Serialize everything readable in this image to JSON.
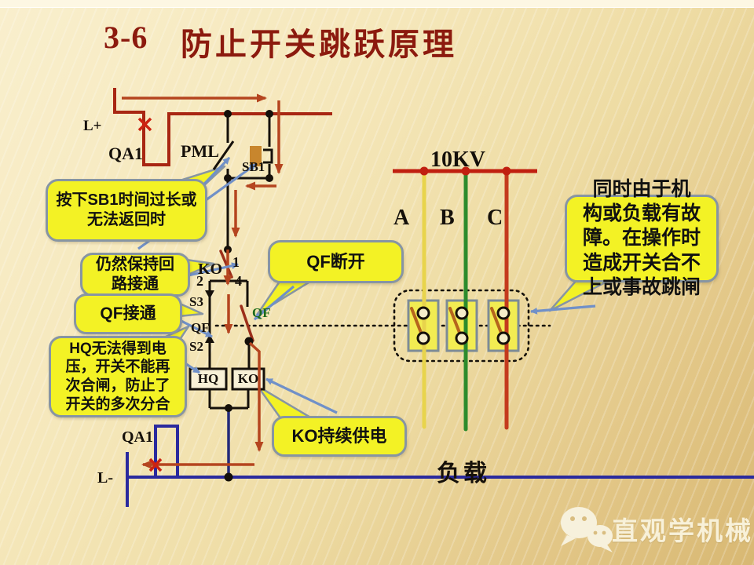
{
  "title": {
    "prefix": "3-6",
    "text": "防止开关跳跃原理"
  },
  "circuit": {
    "l_plus": "L+",
    "qa1_top": "QA1",
    "pml": "PML",
    "sb1": "SB1",
    "ko_contact": "KO",
    "n1": "1",
    "n2": "2",
    "n4": "4",
    "s3": "S3",
    "qf_left": "QF",
    "s2": "S2",
    "qf_right": "QF",
    "hq": "HQ",
    "ko": "KO",
    "qa1_bottom": "QA1",
    "l_minus": "L-"
  },
  "callouts": {
    "sb1_long": "按下SB1时间过长或\n无法返回时",
    "keep": "仍然保持回\n路接通",
    "qf_on": "QF接通",
    "hq_no_volt": "HQ无法得到电\n压，开关不能再\n次合闸，防止了\n开关的多次分合",
    "qf_off": "QF断开",
    "ko_supply": "KO持续供电",
    "fault": "同时由于机\n构或负载有故\n障。在操作时\n造成开关合不\n上或事故跳闸"
  },
  "power": {
    "bus": "10KV",
    "phase_a": "A",
    "phase_b": "B",
    "phase_c": "C",
    "load": "负载"
  },
  "watermark": {
    "text": "直观学机械",
    "icon": "wechat-icon"
  },
  "colors": {
    "title_red": "#8c1a0e",
    "rail_red": "#a82612",
    "flow_red": "#b5451f",
    "callout_yellow": "#f3f225",
    "callout_border": "#8795a3",
    "phase_a_yellow": "#e8d44c",
    "phase_b_green": "#2c8b2c",
    "phase_c_red": "#c43a1d",
    "bus_red": "#c01f10",
    "rail_blue": "#2a2a9e",
    "pointer_blue": "#7090c8",
    "sb1_orange": "#c8862d"
  }
}
